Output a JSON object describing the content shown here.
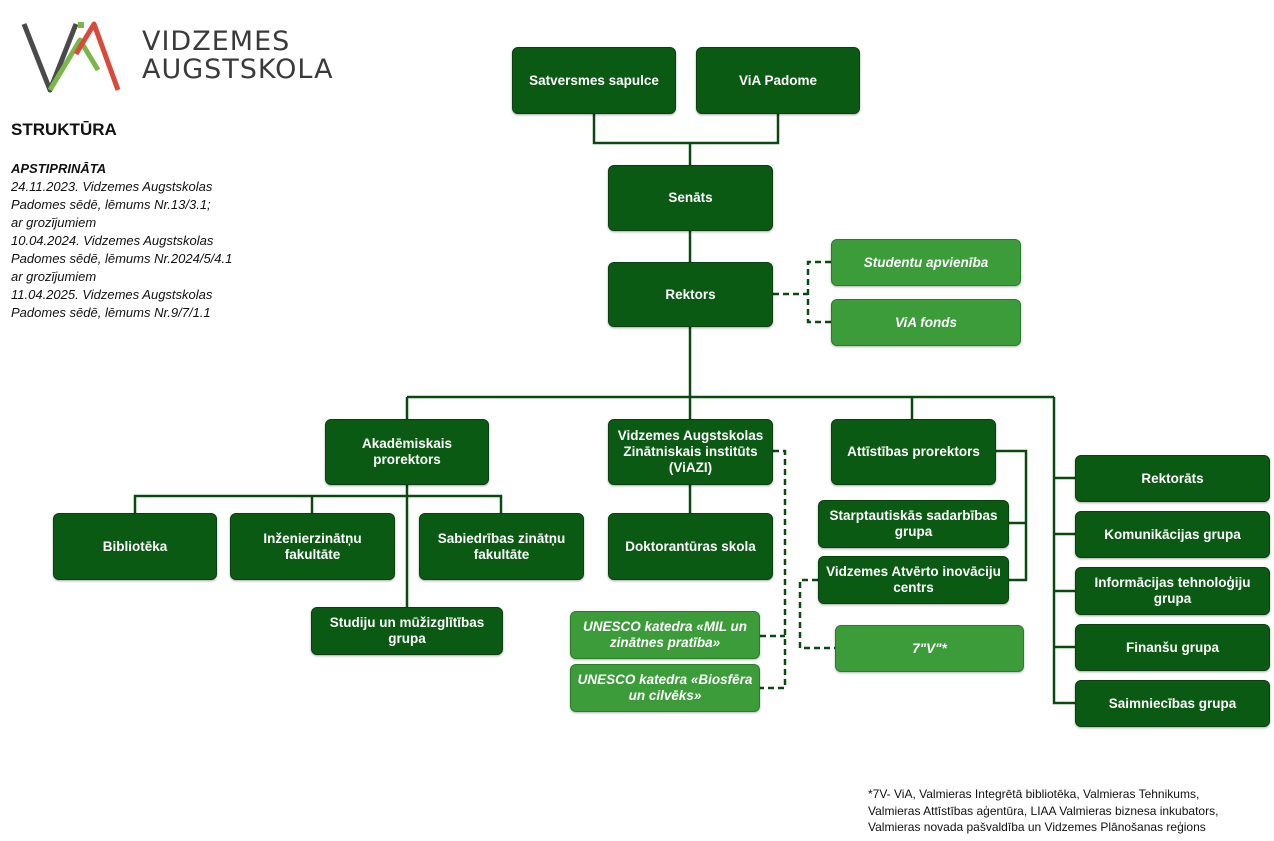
{
  "logo": {
    "line1": "VIDZEMES",
    "line2": "AUGSTSKOLA"
  },
  "heading": "STRUKTŪRA",
  "approval": {
    "label": "APSTIPRINĀTA",
    "lines": [
      "24.11.2023. Vidzemes Augstskolas",
      "Padomes sēdē, lēmums Nr.13/3.1;",
      "ar grozījumiem",
      "10.04.2024. Vidzemes Augstskolas",
      "Padomes sēdē, lēmums Nr.2024/5/4.1",
      "ar grozījumiem",
      "11.04.2025. Vidzemes Augstskolas",
      "Padomes sēdē, lēmums Nr.9/7/1.1"
    ]
  },
  "nodes": {
    "satversmes": "Satversmes sapulce",
    "padome": "ViA Padome",
    "senats": "Senāts",
    "rektors": "Rektors",
    "studentu": "Studentu apvienība",
    "fonds": "ViA fonds",
    "akademiskais": "Akadēmiskais prorektors",
    "viazi": "Vidzemes Augstskolas Zinātniskais institūts (ViAZI)",
    "attistibas": "Attīstības prorektors",
    "biblioteka": "Bibliotēka",
    "inzenier": "Inženierzinātņu fakultāte",
    "sabiedribas": "Sabiedrības zinātņu fakultāte",
    "studiju": "Studiju un mūžizglītības grupa",
    "doktoranturas": "Doktorantūras skola",
    "starptautiskas": "Starptautiskās sadarbības grupa",
    "inovaciju": "Vidzemes Atvērto inovāciju centrs",
    "septinv": "7\"V\"*",
    "unesco_mil": "UNESCO katedra «MIL un zinātnes pratība»",
    "unesco_bio": "UNESCO katedra «Biosfēra un cilvēks»",
    "rektorats": "Rektorāts",
    "komunikacijas": "Komunikācijas grupa",
    "it": "Informācijas tehnoloģiju grupa",
    "finansu": "Finanšu grupa",
    "saimniecibas": "Saimniecības grupa"
  },
  "footnote": {
    "lines": [
      "*7V- ViA, Valmieras Integrētā bibliotēka, Valmieras Tehnikums,",
      "Valmieras Attīstības aģentūra, LIAA Valmieras biznesa inkubators,",
      "Valmieras novada pašvaldība un Vidzemes Plānošanas reģions"
    ]
  },
  "colors": {
    "dark_box": "#0b5a13",
    "light_box": "#3c9c3a",
    "connector": "#0a4a10",
    "logo_red": "#d94a3a",
    "logo_green": "#7ab648",
    "logo_gray": "#4a4a4a"
  }
}
